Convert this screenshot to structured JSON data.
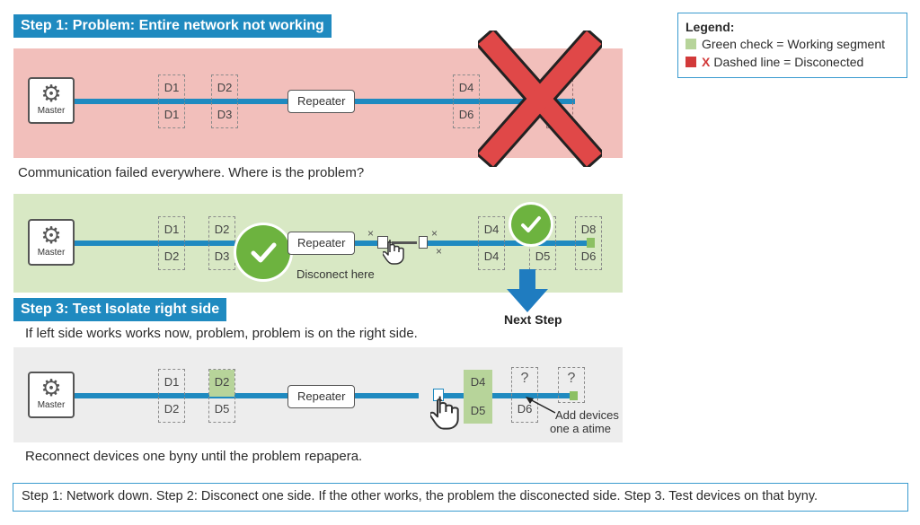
{
  "step1": {
    "title": "Step 1: Problem: Entire network not working",
    "caption": "Communication failed everywhere. Where is the problem?",
    "master_label": "Master",
    "repeater_label": "Repeater",
    "devices": [
      {
        "top": "D1",
        "bottom": "D1"
      },
      {
        "top": "D2",
        "bottom": "D3"
      },
      {
        "top": "D4",
        "bottom": "D6"
      }
    ]
  },
  "step2": {
    "master_label": "Master",
    "repeater_label": "Repeater",
    "disconnect_label": "Disconect here",
    "devices": [
      {
        "top": "D1",
        "bottom": "D2"
      },
      {
        "top": "D2",
        "bottom": "D3"
      },
      {
        "top": "D4",
        "bottom": "D4"
      },
      {
        "top": "",
        "bottom": "D5"
      },
      {
        "top": "D8",
        "bottom": "D6"
      }
    ],
    "next_step_label": "Next Step"
  },
  "step3": {
    "title": "Step 3: Test Isolate right side",
    "caption": "If left side works works now, problem, problem is on the right side.",
    "master_label": "Master",
    "repeater_label": "Repeater",
    "devices": [
      {
        "top": "D1",
        "bottom": "D2"
      },
      {
        "top": "D2",
        "bottom": "D5"
      },
      {
        "top": "D4",
        "bottom": "D5"
      },
      {
        "top": "?",
        "bottom": "D6"
      },
      {
        "top": "?",
        "bottom": ""
      }
    ],
    "add_devices_line1": "Add devices",
    "add_devices_line2": "one a atime",
    "bottom_caption": "Reconnect devices one byny until the problem repapera."
  },
  "legend": {
    "title": "Legend:",
    "row1": "Green check = Working segment",
    "row2_x": "X",
    "row2": "Dashed line  = Disconected",
    "green": "#b7d49a",
    "red": "#d23a3a"
  },
  "summary": "Step 1: Network down. Step 2: Disconect one side. If the other  works, the problem the disconected side. Step 3.  Test devices on that byny.",
  "icons": {
    "gear": "⚙",
    "x": "×"
  }
}
